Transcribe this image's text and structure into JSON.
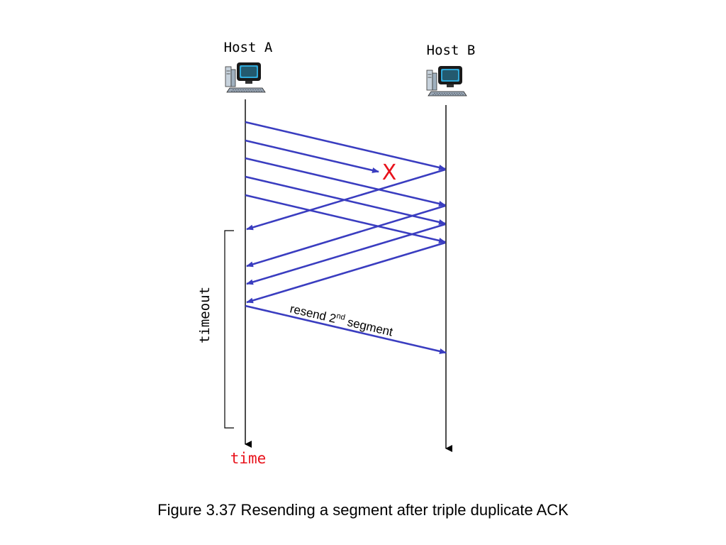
{
  "hosts": {
    "a": {
      "label": "Host A",
      "icon": "desktop-computer-icon"
    },
    "b": {
      "label": "Host B",
      "icon": "desktop-computer-icon"
    }
  },
  "timeline": {
    "time_label": "time",
    "timeout_label": "timeout"
  },
  "messages": [
    {
      "from": "A",
      "to": "B",
      "kind": "segment",
      "lost": false
    },
    {
      "from": "A",
      "to": "B",
      "kind": "segment",
      "lost": true
    },
    {
      "from": "A",
      "to": "B",
      "kind": "segment",
      "lost": false
    },
    {
      "from": "A",
      "to": "B",
      "kind": "segment",
      "lost": false
    },
    {
      "from": "A",
      "to": "B",
      "kind": "segment",
      "lost": false
    },
    {
      "from": "B",
      "to": "A",
      "kind": "ack",
      "lost": false
    },
    {
      "from": "B",
      "to": "A",
      "kind": "ack",
      "lost": false
    },
    {
      "from": "B",
      "to": "A",
      "kind": "ack",
      "lost": false
    },
    {
      "from": "B",
      "to": "A",
      "kind": "ack",
      "lost": false
    },
    {
      "from": "A",
      "to": "B",
      "kind": "retransmission",
      "lost": false
    }
  ],
  "loss_marker": "X",
  "resend": {
    "prefix": "resend 2",
    "superscript": "nd",
    "suffix": " segment"
  },
  "caption": "Figure 3.37 Resending a segment after triple duplicate ACK",
  "colors": {
    "arrow": "#3a3dc0",
    "timeline": "#000000",
    "loss_marker": "#e8121b",
    "time_label": "#e8121b",
    "monitor_screen": "#2fa8d8",
    "monitor_body": "#1a1a1a",
    "keyboard": "#9aa6b4"
  }
}
